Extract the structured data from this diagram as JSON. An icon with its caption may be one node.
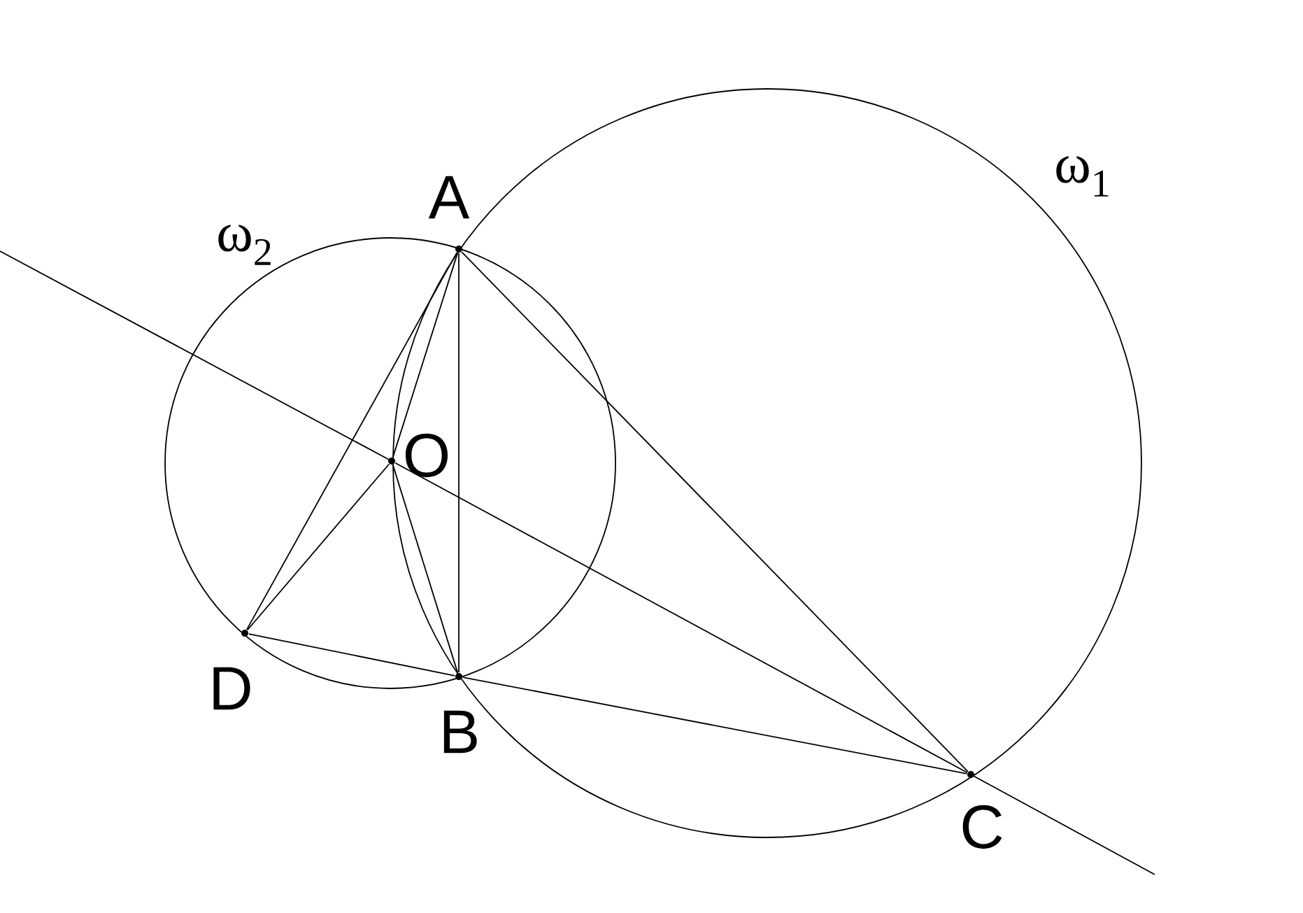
{
  "diagram": {
    "nodes": [
      {
        "text": [
          "A"
        ]
      },
      {
        "text": [
          "B"
        ]
      },
      {
        "text": [
          "C"
        ]
      },
      {
        "text": [
          "D"
        ]
      },
      {
        "text": [
          "O"
        ]
      }
    ],
    "edges": [
      {
        "from": 0,
        "to": 1,
        "arrow": "none"
      },
      {
        "from": 0,
        "to": 2,
        "arrow": "none"
      },
      {
        "from": 0,
        "to": 3,
        "arrow": "none"
      },
      {
        "from": 0,
        "to": 4,
        "arrow": "none"
      },
      {
        "from": 4,
        "to": 1,
        "arrow": "none"
      },
      {
        "from": 3,
        "to": 4,
        "arrow": "none"
      },
      {
        "from": 3,
        "to": 1,
        "arrow": "none"
      },
      {
        "from": 1,
        "to": 2,
        "arrow": "none"
      },
      {
        "from": 4,
        "to": 2,
        "arrow": "none"
      }
    ],
    "labels": [
      "ω$_{1}$",
      "ω$_{2}$"
    ]
  }
}
